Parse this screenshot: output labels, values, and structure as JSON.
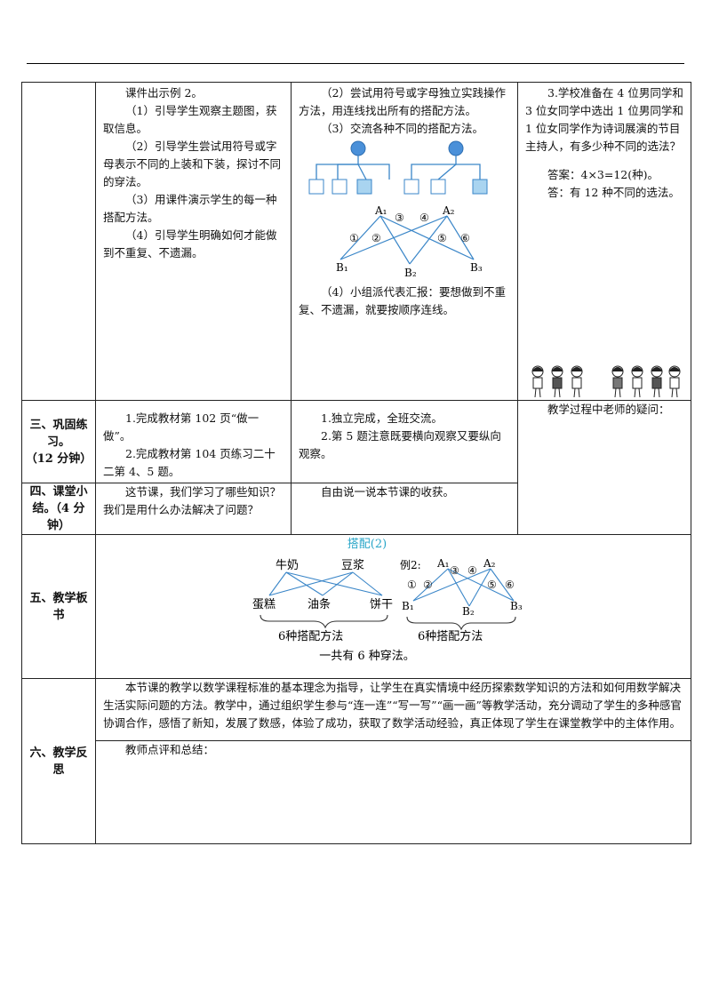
{
  "sections": {
    "lianxi": "三、巩固练习。（12 分钟）",
    "lianxi_l1": "三、巩固练",
    "lianxi_l2": "习。",
    "lianxi_l3": "（12 分钟）",
    "xiaojie_l1": "四、课堂小",
    "xiaojie_l2": "结。（4 分",
    "xiaojie_l3": "钟）",
    "banshu_l1": "五、教学板",
    "banshu_l2": "书",
    "fansi_l1": "六、教学反",
    "fansi_l2": "思"
  },
  "row1": {
    "teacher": [
      "课件出示例 2。",
      "（1）引导学生观察主题图，获取信息。",
      "（2）引导学生尝试用符号或字母表示不同的上装和下装，探讨不同的穿法。",
      "（3）用课件演示学生的每一种搭配方法。",
      "（4）引导学生明确如何才能做到不重复、不遗漏。"
    ],
    "student_top": [
      "（2）尝试用符号或字母独立实践操作方法，用连线找出所有的搭配方法。",
      "（3）交流各种不同的搭配方法。"
    ],
    "student_bottom": "（4）小组派代表汇报：要想做到不重复、不遗漏，就要按顺序连线。",
    "exercise": "3.学校准备在 4 位男同学和 3 位女同学中选出 1 位男同学和 1 位女同学作为诗词展演的节目主持人，有多少种不同的选法？",
    "answer1": "答案：4×3=12(种)。",
    "answer2": "答：有 12 种不同的选法。"
  },
  "diagram": {
    "a1": "A₁",
    "a2": "A₂",
    "b1": "B₁",
    "b2": "B₂",
    "b3": "B₃",
    "n1": "①",
    "n2": "②",
    "n3": "③",
    "n4": "④",
    "n5": "⑤",
    "n6": "⑥"
  },
  "row3": {
    "teacher": [
      "1.完成教材第 102 页“做一做”。",
      "2.完成教材第 104 页练习二十二第 4、5 题。"
    ],
    "student": [
      "1.独立完成，全班交流。",
      "2.第 5 题注意既要横向观察又要纵向观察。"
    ],
    "question": "教学过程中老师的疑问："
  },
  "row4": {
    "teacher": "这节课，我们学习了哪些知识？我们是用什么办法解决了问题？",
    "student": "自由说一说本节课的收获。"
  },
  "board": {
    "title": "搭配(2)",
    "top1": "牛奶",
    "top2": "豆浆",
    "bot1": "蛋糕",
    "bot2": "油条",
    "bot3": "饼干",
    "method1": "6种搭配方法",
    "example": "例2:",
    "a1": "A₁",
    "a2": "A₂",
    "b1": "B₁",
    "b2": "B₂",
    "b3": "B₃",
    "method2": "6种搭配方法",
    "summary": "一共有 6 种穿法。"
  },
  "reflection": {
    "text": "本节课的教学以数学课程标准的基本理念为指导，让学生在真实情境中经历探索数学知识的方法和如何用数学解决生活实际问题的方法。教学中，通过组织学生参与“连一连”“写一写”“画一画”等教学活动，充分调动了学生的多种感官协调合作，感悟了新知，发展了数感，体验了成功，获取了数学活动经验，真正体现了学生在课堂教学中的主体作用。",
    "comment": "教师点评和总结："
  },
  "colors": {
    "node": "#4a90d9",
    "line": "#3a86c8",
    "box_fill": "#a9d4f0",
    "title": "#2aa6c8"
  }
}
